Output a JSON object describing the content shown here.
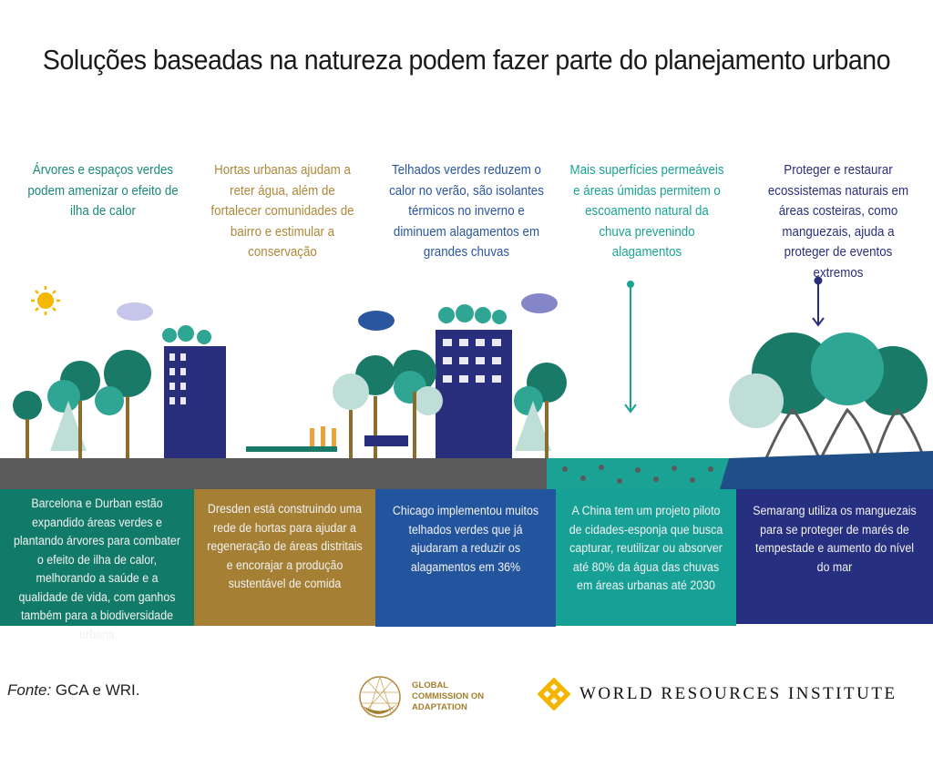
{
  "title": "Soluções baseadas na natureza podem fazer parte do planejamento urbano",
  "columns": [
    {
      "top": "Árvores e espaços verdes podem amenizar o efeito de ilha de calor",
      "bottom": "Barcelona e Durban estão expandido áreas verdes e plantando árvores para combater o efeito de ilha de calor, melhorando a saúde e a qualidade de vida, com ganhos também para a biodiversidade urbana",
      "text_color": "#1a8a78",
      "box_color": "#127a69"
    },
    {
      "top": "Hortas urbanas ajudam a reter água, além de fortalecer comunidades de bairro e estimular a conservação",
      "bottom": "Dresden está construindo uma rede de hortas para ajudar a regeneração de áreas distritais e encorajar a produção sustentável de comida",
      "text_color": "#ad8839",
      "box_color": "#a47f34"
    },
    {
      "top": "Telhados verdes reduzem o calor no verão, são isolantes térmicos no inverno e diminuem alagamentos em grandes chuvas",
      "bottom": "Chicago implementou muitos telhados verdes que já ajudaram a reduzir os alagamentos em 36%",
      "text_color": "#2a56a0",
      "box_color": "#23559f"
    },
    {
      "top": "Mais superfícies permeáveis e áreas úmidas permitem o escoamento natural da chuva prevenindo alagamentos",
      "bottom": "A China tem um projeto piloto de cidades-esponja que busca capturar, reutilizar ou absorver até 80% da água das chuvas em áreas urbanas até 2030",
      "text_color": "#1aa394",
      "box_color": "#16a096"
    },
    {
      "top": "Proteger e restaurar ecossistemas naturais em áreas costeiras, como manguezais, ajuda a proteger de eventos extremos",
      "bottom": "Semarang utiliza os manguezais para se proteger de marés de tempestade e aumento do nível do mar",
      "text_color": "#2a2f7d",
      "box_color": "#262f80"
    }
  ],
  "source": {
    "label": "Fonte:",
    "text": " GCA e WRI."
  },
  "logos": {
    "gca": [
      "GLOBAL",
      "COMMISSION ON",
      "ADAPTATION"
    ],
    "wri": "WORLD RESOURCES INSTITUTE"
  }
}
